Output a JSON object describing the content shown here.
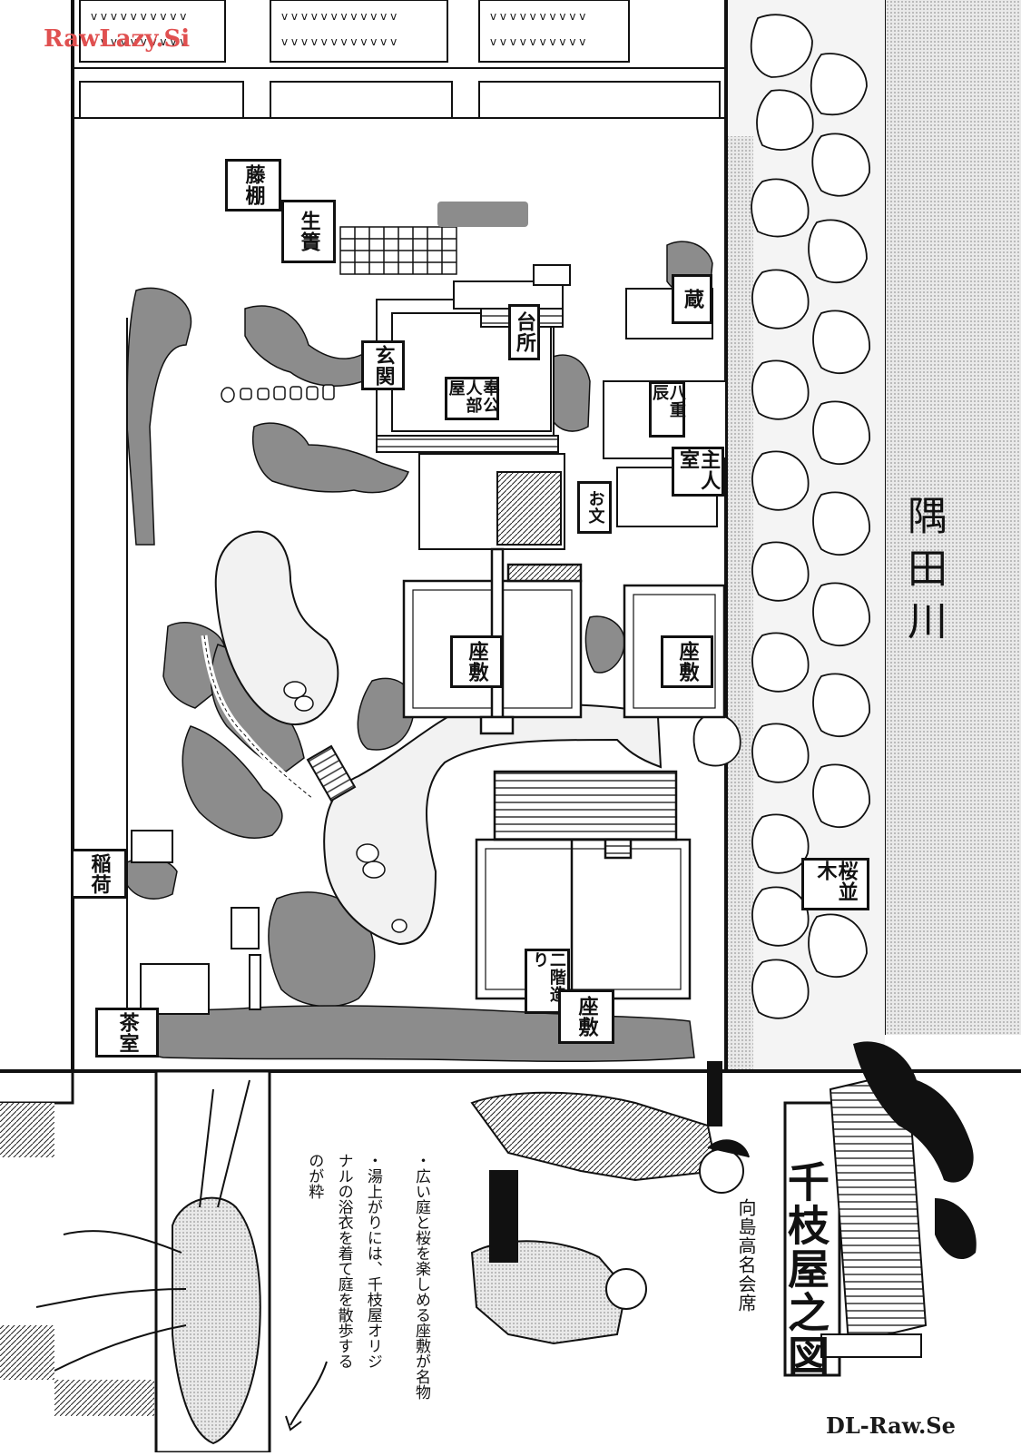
{
  "watermarks": {
    "top": "RawLazy.Si",
    "bottom": "DL-Raw.Se",
    "top_color": "#e05050",
    "bottom_color": "#1a1a1a"
  },
  "river": "隅田川",
  "title": "千枝屋之図",
  "subtitle": "向島高名会席",
  "notes": [
    "・広い庭と桜を楽しめる座敷が名物",
    "・湯上がりには、千枝屋オリジナルの浴衣を着て庭を散歩するのが粋"
  ],
  "labels": {
    "fuji_trellis": "藤棚",
    "ikesu": "生簀",
    "kura": "蔵",
    "daidokoro": "台所",
    "genkan": "玄関",
    "hokonin_heya": "奉公人部屋",
    "yaetatsu": "八重辰",
    "shujin_shitsu": "主人室",
    "ofumi": "お文",
    "zashiki_left": "座敷",
    "zashiki_right": "座敷",
    "sakura_namiki": "桜並木",
    "inari": "稲荷",
    "nikai_zukuri": "二階造り",
    "zashiki_bottom": "座敷",
    "chashitsu": "茶室"
  },
  "colors": {
    "ink": "#111111",
    "tone": "#8c8c8c",
    "river_tone": "#e6e6e6",
    "pond": "#f2f2f2"
  }
}
